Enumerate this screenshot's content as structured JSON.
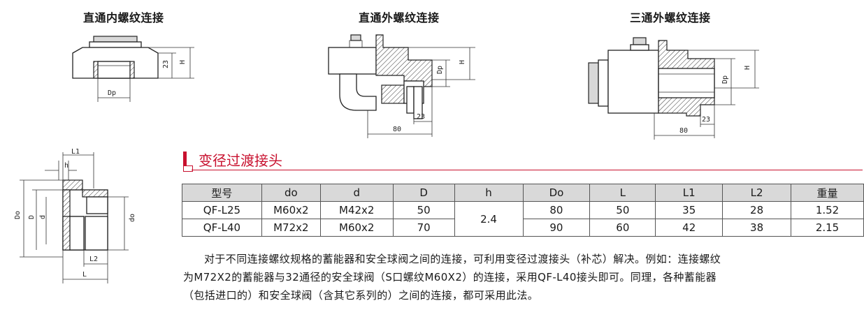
{
  "figures": {
    "fig1_title": "直通内螺纹连接",
    "fig2_title": "直通外螺纹连接",
    "fig3_title": "三通外螺纹连接",
    "dims": {
      "h": "h",
      "H": "H",
      "twenty_three": "23",
      "Dp": "Dp",
      "eighty": "80",
      "L1": "L1",
      "L2": "L2",
      "L": "L",
      "Do": "Do",
      "D": "D",
      "d": "d",
      "do": "do"
    }
  },
  "section": {
    "title": "变径过渡接头",
    "accent_color": "#c8102e"
  },
  "table": {
    "headers": [
      "型号",
      "do",
      "d",
      "D",
      "h",
      "Do",
      "L",
      "L1",
      "L2",
      "重量"
    ],
    "rows": [
      [
        "QF-L25",
        "M60x2",
        "M42x2",
        "50",
        "2.4",
        "80",
        "50",
        "35",
        "28",
        "1.52"
      ],
      [
        "QF-L40",
        "M72x2",
        "M60x2",
        "70",
        "",
        "90",
        "60",
        "42",
        "38",
        "2.15"
      ]
    ]
  },
  "paragraph": {
    "line1": "对于不同连接螺纹规格的蓄能器和安全球阀之间的连接，可利用变径过渡接头（补芯）解决。例如：连接螺纹",
    "line2": "为M72X2的蓄能器与32通径的安全球阀（S口螺纹M60X2）的连接，采用QF-L40接头即可。同理，各种蓄能器",
    "line3": "（包括进口的）和安全球阀（含其它系列的）之间的连接，都可采用此法。"
  }
}
